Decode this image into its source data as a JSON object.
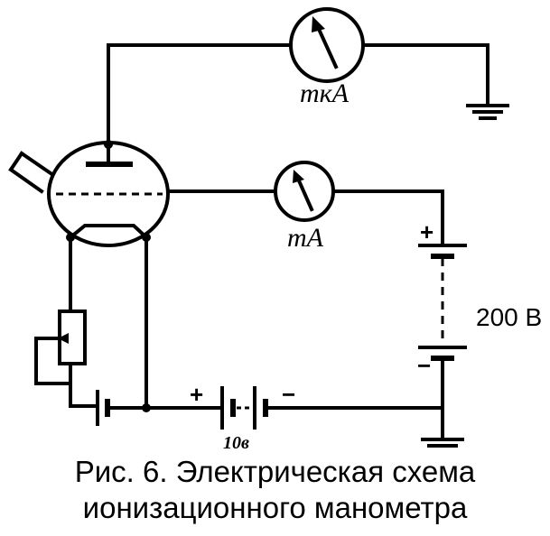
{
  "labels": {
    "microammeter": "mкA",
    "milliammeter": "mA",
    "high_voltage": "200 B",
    "filament_battery": "10в",
    "plus": "+",
    "minus": "−"
  },
  "caption": {
    "line1": "Рис. 6. Электрическая схема",
    "line2": "ионизационного манометра"
  }
}
